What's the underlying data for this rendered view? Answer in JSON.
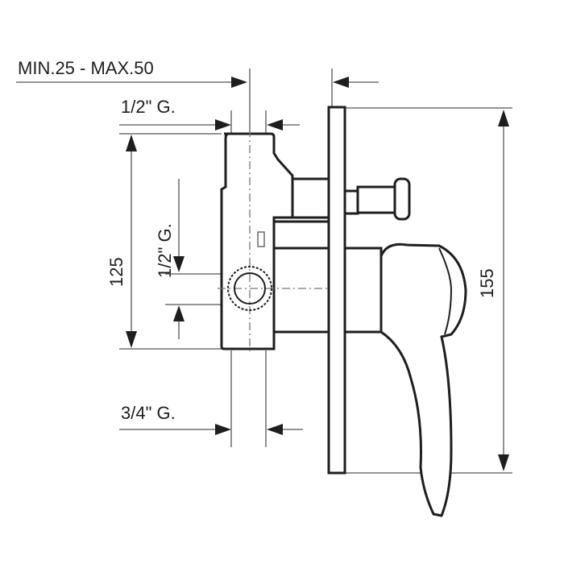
{
  "dimensions": {
    "depth_range": "MIN.25 - MAX.50",
    "top_connection": "1/2\" G.",
    "side_connection": "1/2\" G.",
    "bottom_connection": "3/4\" G.",
    "body_height": "125",
    "plate_height": "155"
  }
}
